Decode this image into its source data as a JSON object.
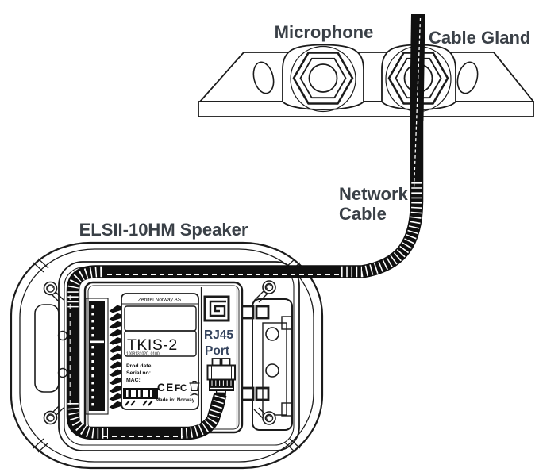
{
  "colors": {
    "background": "#ffffff",
    "line": "#1b1b1b",
    "cable": "#101010",
    "annotation_text": "#3a4047",
    "rj45_text": "#35445e",
    "board_text": "#131313"
  },
  "annotations": {
    "microphone": "Microphone",
    "cable_gland": "Cable Gland",
    "network_cable_line1": "Network",
    "network_cable_line2": "Cable",
    "speaker_title": "ELSII-10HM Speaker",
    "rj45_line1": "RJ45",
    "rj45_line2": "Port"
  },
  "board_label": {
    "manufacturer": "Zenitel Norway AS",
    "model": "TKIS-2",
    "item_number": "1008131020, 0100",
    "prod_date_label": "Prod date:",
    "serial_no_label": "Serial no:",
    "mac_label": "MAC:",
    "ce_mark": "CE",
    "fcc_mark": "FC",
    "made_in": "Made in: Norway"
  }
}
